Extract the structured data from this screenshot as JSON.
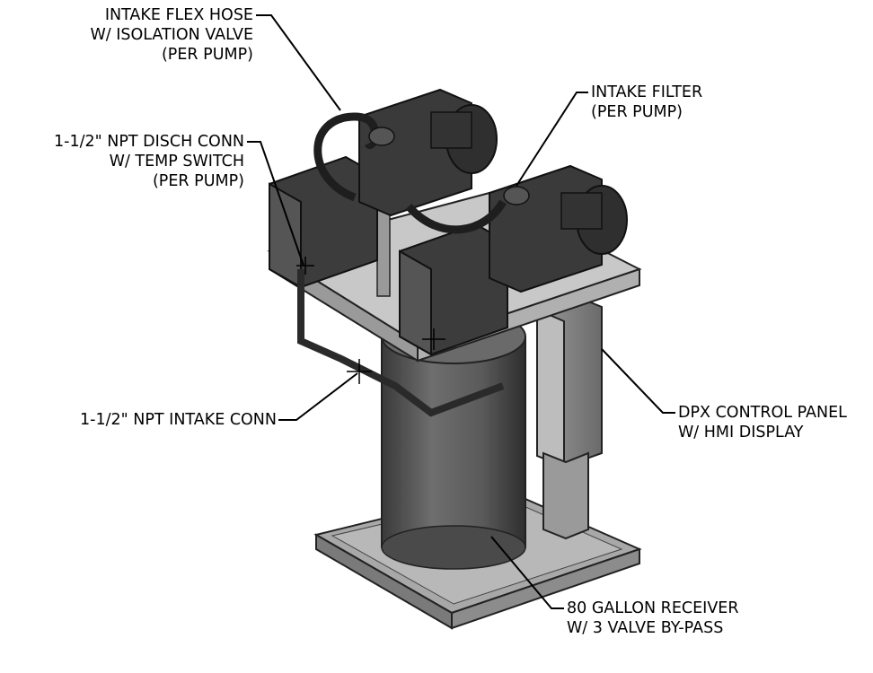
{
  "callouts": {
    "intake_flex_hose": {
      "line1": "INTAKE FLEX HOSE",
      "line2": "W/ ISOLATION VALVE",
      "line3": "(PER PUMP)"
    },
    "intake_filter": {
      "line1": "INTAKE FILTER",
      "line2": "(PER PUMP)"
    },
    "disch_conn": {
      "line1": "1-1/2\" NPT DISCH CONN",
      "line2": "W/ TEMP SWITCH",
      "line3": "(PER PUMP)"
    },
    "intake_conn": {
      "line1": "1-1/2\" NPT INTAKE CONN"
    },
    "control_panel": {
      "line1": "DPX CONTROL PANEL",
      "line2": "W/ HMI DISPLAY"
    },
    "receiver": {
      "line1": "80 GALLON RECEIVER",
      "line2": "W/ 3 VALVE BY-PASS"
    }
  }
}
